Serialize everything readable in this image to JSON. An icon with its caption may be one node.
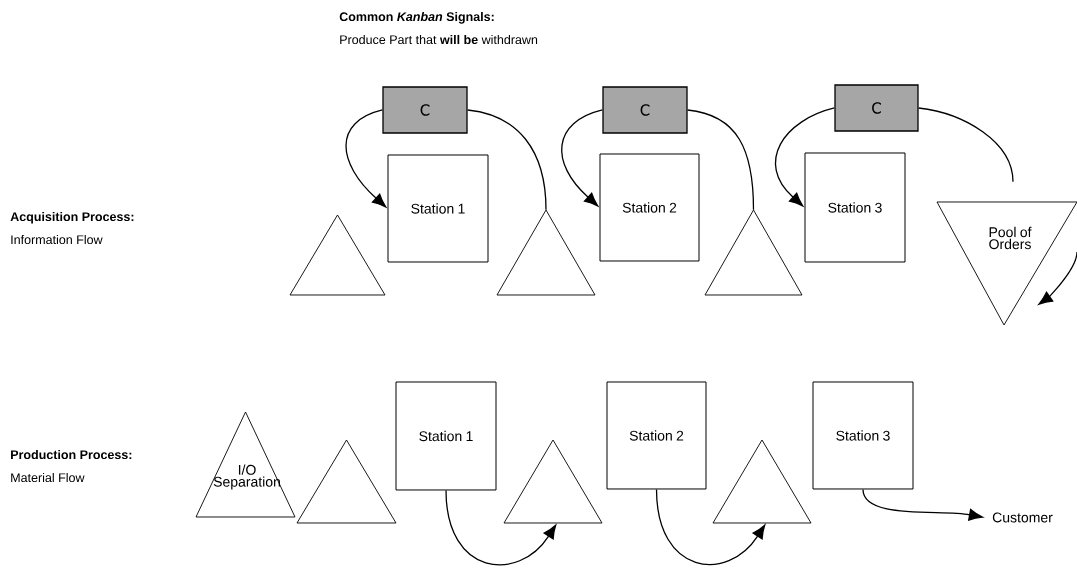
{
  "diagram": {
    "title": "Common *Kanban* Signals:",
    "nodes": [
      {
        "text": [],
        "shape": "triangle"
      },
      {
        "text": [
          "Station 1"
        ]
      },
      {
        "text": [
          "C"
        ]
      },
      {
        "text": [],
        "shape": "triangle"
      },
      {
        "text": [
          "Station 2"
        ]
      },
      {
        "text": [
          "C"
        ]
      },
      {
        "text": [],
        "shape": "triangle"
      },
      {
        "text": [
          "Station 3"
        ]
      },
      {
        "text": [
          "C"
        ]
      },
      {
        "text": [
          "Pool of Orders"
        ]
      },
      {
        "text": [
          "I/O Separation"
        ]
      },
      {
        "text": [],
        "shape": "triangle"
      },
      {
        "text": [
          "Station 1"
        ]
      },
      {
        "text": [],
        "shape": "triangle"
      },
      {
        "text": [
          "Station 2"
        ]
      },
      {
        "text": [],
        "shape": "triangle"
      },
      {
        "text": [
          "Station 3"
        ]
      },
      {
        "text": [
          "Customer"
        ]
      }
    ],
    "edges": [
      {
        "from": 2,
        "to": 1,
        "arrow": "to"
      },
      {
        "from": 3,
        "to": 2,
        "arrow": "none"
      },
      {
        "from": 5,
        "to": 4,
        "arrow": "to"
      },
      {
        "from": 6,
        "to": 5,
        "arrow": "none"
      },
      {
        "from": 8,
        "to": 7,
        "arrow": "to"
      },
      {
        "from": 9,
        "to": 8,
        "arrow": "none"
      },
      {
        "from": null,
        "to": 9,
        "arrow": "to"
      },
      {
        "from": 12,
        "to": 13,
        "arrow": "to"
      },
      {
        "from": 14,
        "to": 15,
        "arrow": "to"
      },
      {
        "from": 16,
        "to": 17,
        "arrow": "to"
      }
    ],
    "labels": [
      "Produce Part that **will be** withdrawn",
      "Acquisition Process:",
      "Information Flow",
      "Production Process:",
      "Material Flow"
    ]
  }
}
